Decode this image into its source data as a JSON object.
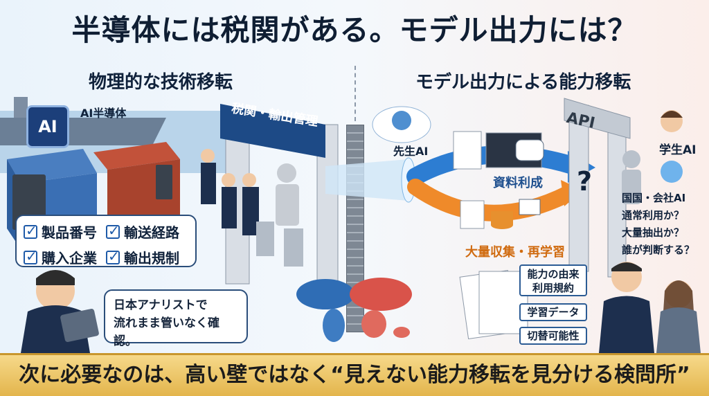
{
  "title": "半導体には税関がある。モデル出力には？",
  "left": {
    "subtitle": "物理的な技術移転",
    "chip_label": "AI",
    "chip_caption": "AI半導体",
    "gate_label": "税関・輸出管理",
    "checklist": [
      "製品番号",
      "輸送経路",
      "購入企業",
      "輸出規制"
    ],
    "analyst_bubble": "日本アナリストで\n流れまま管いなく確認。"
  },
  "right": {
    "subtitle": "モデル出力による能力移転",
    "teacher_label": "先生AI",
    "api_label": "API",
    "flow_top": "資料利成",
    "flow_bottom": "大量収集・再学習",
    "question_mark": "?",
    "student_label": "学生AI",
    "questions": "国国・会社AI\n通常利用か？\n大量抽出か？\n誰が判断する？",
    "tags": [
      "能力の由来\n利用規約",
      "学習データ",
      "切替可能性"
    ]
  },
  "footer": "次に必要なのは、高い壁ではなく“見えない能力移転を見分ける検問所”",
  "colors": {
    "accent_blue": "#1e5aa8",
    "accent_orange": "#ef8a2a",
    "footer_gold": "#e3b54c"
  }
}
